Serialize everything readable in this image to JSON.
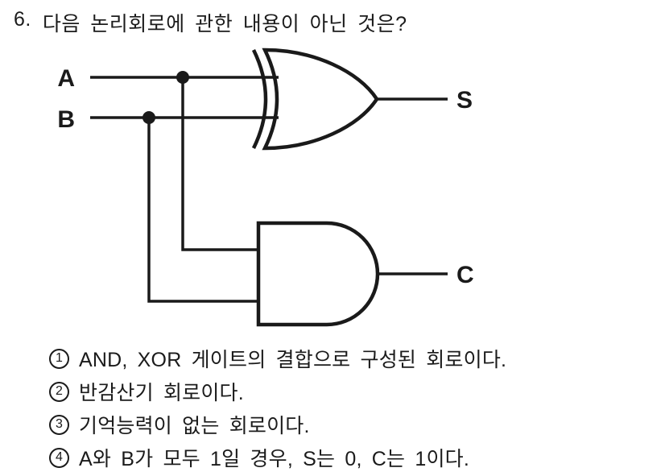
{
  "question": {
    "number": "6.",
    "text": "다음 논리회로에 관한 내용이 아닌 것은?"
  },
  "circuit": {
    "gates": [
      "XOR",
      "AND"
    ],
    "input_a": "A",
    "input_b": "B",
    "output_sum": "S",
    "output_carry": "C",
    "line_color": "#1a1a1a"
  },
  "choices": [
    {
      "marker": "1",
      "text": "AND, XOR 게이트의 결합으로 구성된 회로이다."
    },
    {
      "marker": "2",
      "text": "반감산기 회로이다."
    },
    {
      "marker": "3",
      "text": "기억능력이 없는 회로이다."
    },
    {
      "marker": "4",
      "text": "A와 B가 모두 1일 경우, S는 0, C는 1이다."
    }
  ]
}
